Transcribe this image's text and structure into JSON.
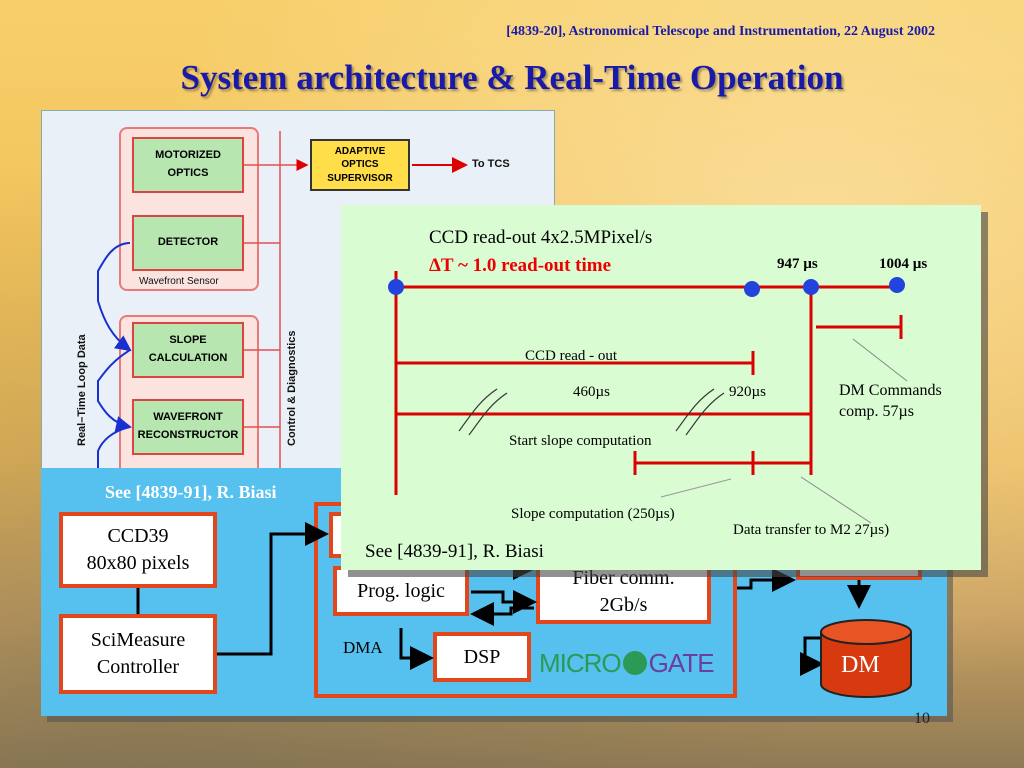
{
  "header": {
    "reference": "[4839-20], Astronomical Telescope and Instrumentation, 22 August 2002",
    "title": "System architecture & Real-Time Operation",
    "page_number": "10"
  },
  "left_diagram": {
    "boxes": {
      "motorized_optics_1": "MOTORIZED",
      "motorized_optics_2": "OPTICS",
      "detector": "DETECTOR",
      "slope_1": "SLOPE",
      "slope_2": "CALCULATION",
      "wavefront_1": "WAVEFRONT",
      "wavefront_2": "RECONSTRUCTOR",
      "ao_supervisor_1": "ADAPTIVE",
      "ao_supervisor_2": "OPTICS",
      "ao_supervisor_3": "SUPERVISOR"
    },
    "to_tcs": "To TCS",
    "wavefront_sensor": "Wavefront Sensor",
    "realtime_label": "Real–Time Loop Data",
    "control_label": "Control & Diagnostics"
  },
  "blue_panel": {
    "see_ref": "See [4839-91], R. Biasi",
    "ccd39_1": "CCD39",
    "ccd39_2": "80x80 pixels",
    "scimeasure_1": "SciMeasure",
    "scimeasure_2": "Controller",
    "prog_logic": "Prog. logic",
    "fiber_1": "Fiber comm.",
    "fiber_2": "2Gb/s",
    "dma": "DMA",
    "dsp": "DSP",
    "logo_left": "MICRO",
    "logo_right": "GATE",
    "dm": "DM"
  },
  "timing_panel": {
    "ccd_readout": "CCD read-out 4x2.5MPixel/s",
    "delta_t": "ΔT ~ 1.0 read-out time",
    "t947": "947 µs",
    "t1004": "1004 µs",
    "ccd_read_out": "CCD read - out",
    "t460": "460µs",
    "t920": "920µs",
    "dm_commands_1": "DM Commands",
    "dm_commands_2": "comp.  57µs",
    "start_slope": "Start  slope computation",
    "slope_comp": "Slope computation (250µs)",
    "data_transfer": "Data transfer to M2 27µs)",
    "see_ref": "See [4839-91], R. Biasi"
  },
  "colors": {
    "title_blue": "#1a1aa8",
    "box_red": "#e2461c",
    "panel_blue": "#56c0ef",
    "panel_green": "#d9fcd2",
    "timeline_red": "#dd0000",
    "dot_blue": "#2244dd"
  }
}
